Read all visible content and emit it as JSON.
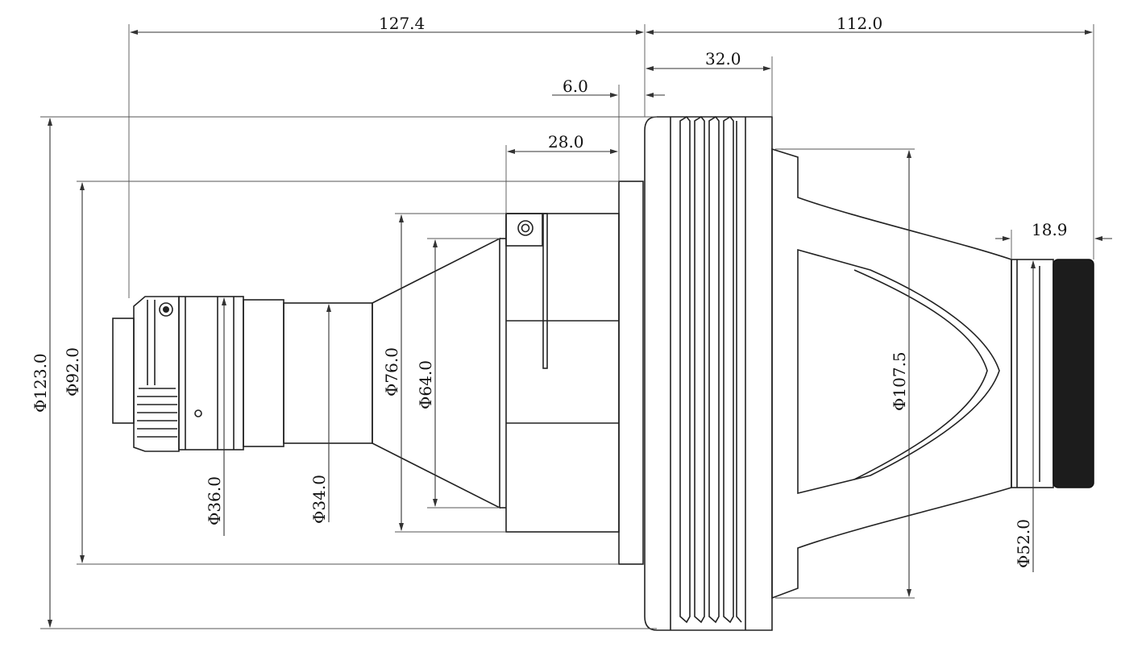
{
  "drawing": {
    "dimensions": {
      "total_front_length": "127.4",
      "total_rear_length": "112.0",
      "flange_width": "32.0",
      "step_6": "6.0",
      "step_28": "28.0",
      "mount_length": "18.9",
      "dia_123": "Φ123.0",
      "dia_92": "Φ92.0",
      "dia_76": "Φ76.0",
      "dia_64": "Φ64.0",
      "dia_36": "Φ36.0",
      "dia_34": "Φ34.0",
      "dia_107": "Φ107.5",
      "dia_52": "Φ52.0"
    }
  }
}
